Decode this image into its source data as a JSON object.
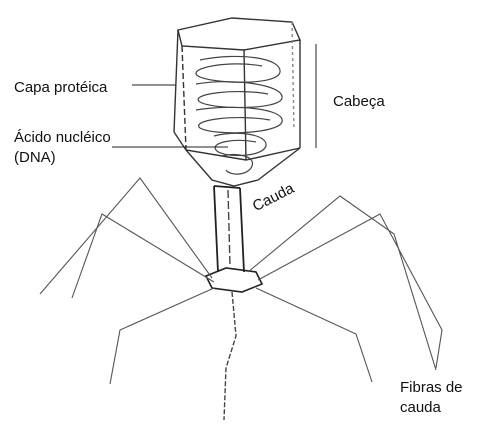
{
  "labels": {
    "capa_proteica": "Capa protéica",
    "cabeca": "Cabeça",
    "acido_nucleico": "Ácido nucléico",
    "dna": "(DNA)",
    "cauda": "Cauda",
    "fibras_de": "Fibras de",
    "cauda_fibras": "cauda"
  },
  "colors": {
    "line": "#222222",
    "sketch": "#555555"
  }
}
